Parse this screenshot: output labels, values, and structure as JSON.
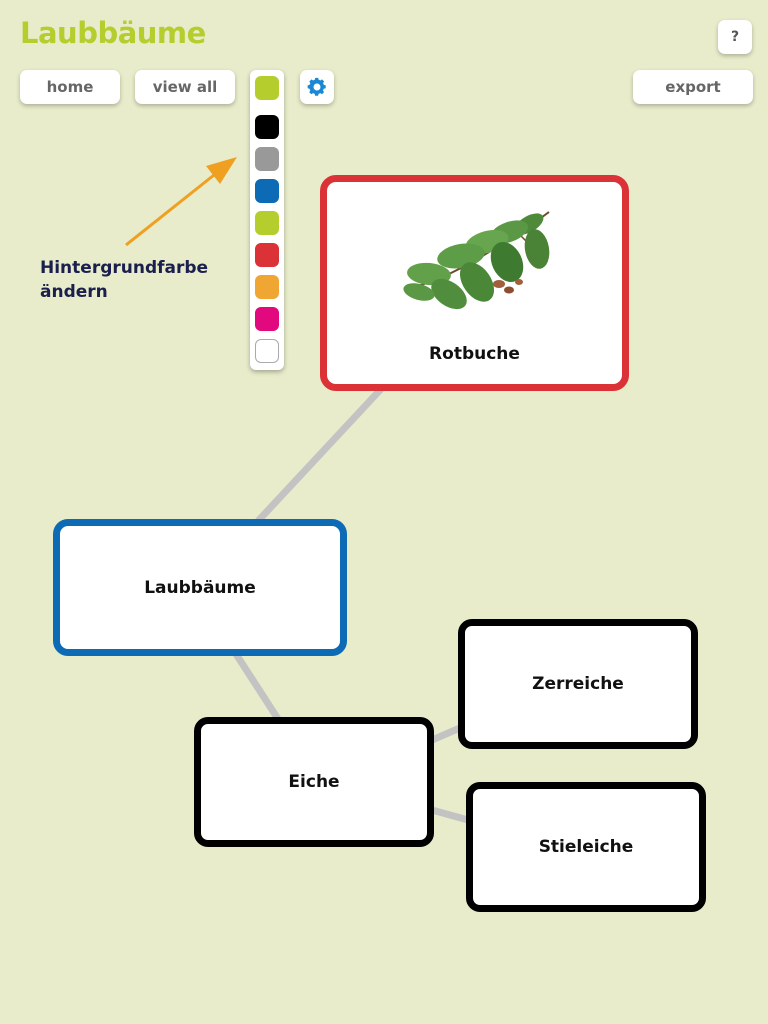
{
  "header": {
    "title": "Laubbäume",
    "help_label": "?"
  },
  "toolbar": {
    "home_label": "home",
    "view_all_label": "view all",
    "export_label": "export",
    "settings_icon": "gear-icon"
  },
  "palette": {
    "current": "#b5cd2d",
    "swatches": [
      {
        "name": "black",
        "color": "#000000"
      },
      {
        "name": "gray",
        "color": "#999999"
      },
      {
        "name": "blue",
        "color": "#0d6ab5"
      },
      {
        "name": "lime",
        "color": "#b5cd2d"
      },
      {
        "name": "red",
        "color": "#db3237"
      },
      {
        "name": "orange",
        "color": "#f0a632"
      },
      {
        "name": "magenta",
        "color": "#e2097f"
      },
      {
        "name": "white",
        "color": "#ffffff"
      }
    ]
  },
  "annotation": {
    "line1": "Hintergrundfarbe",
    "line2": "ändern",
    "arrow_color": "#f0a020"
  },
  "mindmap": {
    "nodes": {
      "rotbuche": {
        "label": "Rotbuche",
        "border": "#db3237",
        "has_image": true
      },
      "laubbaeume": {
        "label": "Laubbäume",
        "border": "#0d6ab5"
      },
      "zerreiche": {
        "label": "Zerreiche",
        "border": "#000000"
      },
      "eiche": {
        "label": "Eiche",
        "border": "#000000"
      },
      "stieleiche": {
        "label": "Stieleiche",
        "border": "#000000"
      }
    },
    "edges": [
      [
        "laubbaeume",
        "rotbuche"
      ],
      [
        "laubbaeume",
        "eiche"
      ],
      [
        "eiche",
        "zerreiche"
      ],
      [
        "eiche",
        "stieleiche"
      ]
    ],
    "edge_color": "#c3c3c3"
  }
}
